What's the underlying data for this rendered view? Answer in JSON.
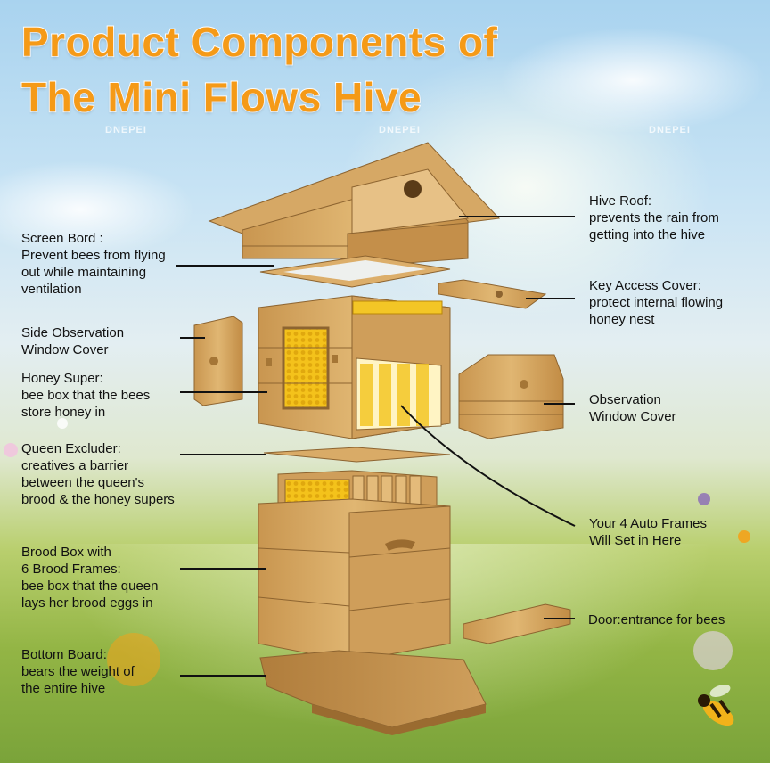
{
  "title": {
    "line1": "Product Components of",
    "line2": "The Mini Flows Hive"
  },
  "watermark": "DNEPEI",
  "labels": {
    "screen_board": [
      "Screen Bord :",
      "Prevent bees from flying",
      "out while maintaining",
      "ventilation"
    ],
    "side_window_cover": [
      "Side Observation",
      "Window Cover"
    ],
    "honey_super": [
      "Honey Super:",
      "bee box that the bees",
      "store honey in"
    ],
    "queen_excluder": [
      "Queen Excluder:",
      "creatives a barrier",
      "between the queen's",
      "brood & the honey supers"
    ],
    "brood_box": [
      "Brood Box with",
      "6 Brood Frames:",
      "bee box that the queen",
      "lays her brood eggs in"
    ],
    "bottom_board": [
      "Bottom Board:",
      "bears the weight of",
      "the entire hive"
    ],
    "hive_roof": [
      "Hive Roof:",
      "prevents the rain from",
      "getting into the hive"
    ],
    "key_access_cover": [
      "Key Access Cover:",
      "protect internal flowing",
      "honey nest"
    ],
    "observation_window_cover": [
      "Observation",
      "Window Cover"
    ],
    "auto_frames": [
      "Your 4 Auto Frames",
      "Will Set in Here"
    ],
    "door": [
      "Door:entrance for bees"
    ]
  },
  "colors": {
    "title": "#f59a17",
    "wood": "#d4a560",
    "wood_dark": "#a9783a",
    "honey": "#f2c21a"
  }
}
